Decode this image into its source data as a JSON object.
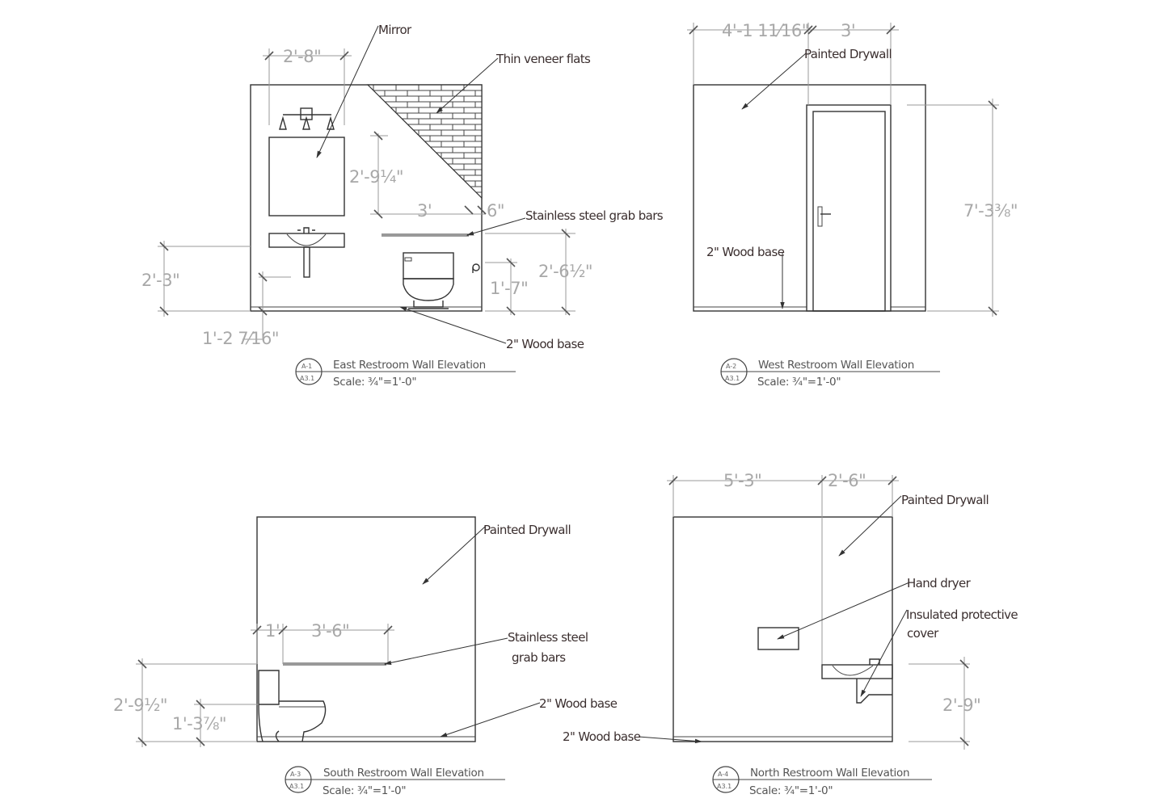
{
  "elevations": [
    {
      "tag": "A-1",
      "sheet": "A3.1",
      "title": "East Restroom Wall Elevation",
      "scale": "Scale: ¾\"=1'-0\"",
      "labels": {
        "mirror": "Mirror",
        "veneer": "Thin veneer flats",
        "grab_bars": "Stainless steel grab bars",
        "wood_base": "2\" Wood base"
      },
      "dims": {
        "mirror_width": "2'-8\"",
        "mirror_to_bar": "2'-9¼\"",
        "bar_length": "3'",
        "bar_offset": "6\"",
        "bar_height": "2'-6½\"",
        "paper_height": "1'-7\"",
        "sink_height": "2'-3\"",
        "pedestal_height": "1'-2 7⁄16\""
      }
    },
    {
      "tag": "A-2",
      "sheet": "A3.1",
      "title": "West Restroom Wall Elevation",
      "scale": "Scale: ¾\"=1'-0\"",
      "labels": {
        "drywall": "Painted Drywall",
        "wood_base": "2\" Wood base"
      },
      "dims": {
        "wall_to_door": "4'-1 11⁄16\"",
        "door_width": "3'",
        "door_height": "7'-3⅜\""
      }
    },
    {
      "tag": "A-3",
      "sheet": "A3.1",
      "title": "South Restroom  Wall Elevation",
      "scale": "Scale: ¾\"=1'-0\"",
      "labels": {
        "drywall": "Painted Drywall",
        "grab_bars_1": "Stainless steel",
        "grab_bars_2": "grab bars",
        "wood_base": "2\" Wood base"
      },
      "dims": {
        "bar_offset": "1'",
        "bar_length": "3'-6\"",
        "bar_height": "2'-9½\"",
        "tank_height": "1'-3⅞\""
      }
    },
    {
      "tag": "A-4",
      "sheet": "A3.1",
      "title": "North Restroom Wall Elevation",
      "scale": "Scale: ¾\"=1'-0\"",
      "labels": {
        "drywall": "Painted Drywall",
        "dryer": "Hand dryer",
        "cover_1": "Insulated protective",
        "cover_2": "cover",
        "wood_base": "2\" Wood base"
      },
      "dims": {
        "left_width": "5'-3\"",
        "right_width": "2'-6\"",
        "sink_height": "2'-9\""
      }
    }
  ]
}
